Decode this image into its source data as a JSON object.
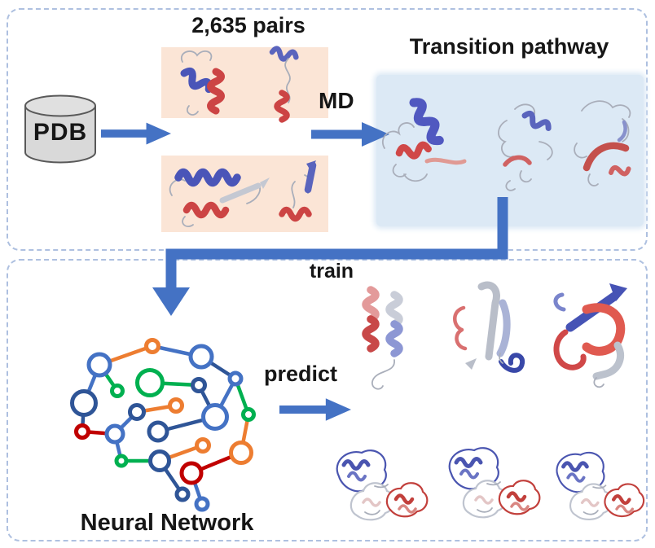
{
  "figure": {
    "top_panel": {
      "database_label": "PDB",
      "pairs_label": "2,635 pairs",
      "md_label": "MD",
      "transition_label": "Transition pathway"
    },
    "bottom_panel": {
      "train_label": "train",
      "predict_label": "predict",
      "network_label": "Neural Network"
    },
    "colors": {
      "arrow_blue": "#4472C4",
      "panel_border_dash": "#AEC0E0",
      "peach_highlight": "#FBE5D6",
      "blue_highlight": "#DCE9F5",
      "cylinder_fill": "#D9D9D9",
      "cylinder_stroke": "#595959",
      "node_blue": "#4472C4",
      "node_dark_blue": "#2F5597",
      "node_orange": "#ED7D31",
      "node_green": "#00B050",
      "node_red": "#C00000",
      "protein_blue": "#4A55B8",
      "protein_red": "#CC4444",
      "protein_gray": "#B4B9C4",
      "text": "#161616"
    },
    "icons": {
      "database": "pdb-database-icon",
      "flow_arrows": "flow-arrow-icon",
      "down_connector": "elbow-down-arrow-icon",
      "brain": "neural-network-brain-icon",
      "protein_pairs": "protein-pair-structures-icon",
      "transition_structures": "transition-pathway-structures-icon",
      "predicted_structures": "predicted-structures-icon"
    }
  }
}
